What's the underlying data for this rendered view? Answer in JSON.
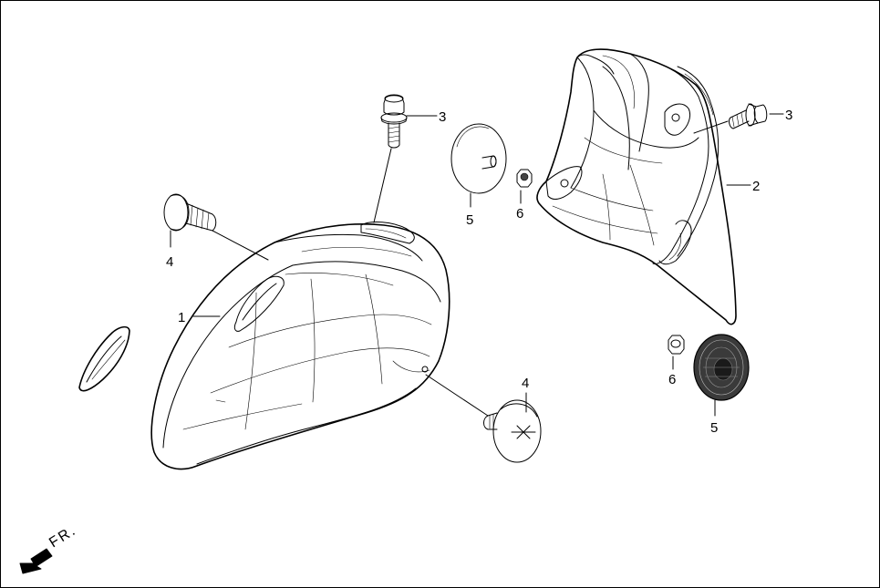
{
  "callouts": {
    "front_fender": "1",
    "rear_fender": "2",
    "bolt_top": "3",
    "bolt_right": "3",
    "clip_left": "4",
    "clip_bottom": "4",
    "cap_top": "5",
    "cap_bottom": "5",
    "nut_top": "6",
    "nut_bottom": "6"
  },
  "direction": {
    "label": "FR."
  },
  "colors": {
    "line": "#000000",
    "background": "#ffffff",
    "dark_fill": "#3a3a3a"
  }
}
